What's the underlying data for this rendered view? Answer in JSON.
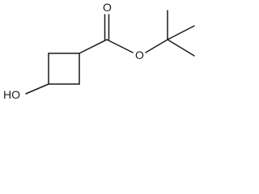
{
  "molecule": {
    "atoms": {
      "hydroxyl": "HO",
      "carbonyl_oxygen": "O",
      "ester_oxygen": "O"
    }
  }
}
